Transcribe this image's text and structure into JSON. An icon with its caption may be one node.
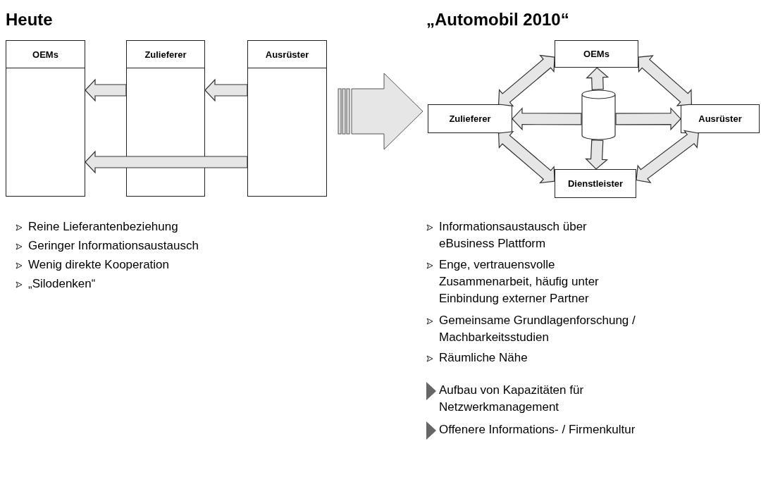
{
  "diagram": {
    "nodes": [
      {
        "text": [
          "OEMs"
        ]
      },
      {
        "text": [
          "Zulieferer"
        ]
      },
      {
        "text": [
          "Ausrüster"
        ]
      },
      {
        "text": [
          "OEMs"
        ]
      },
      {
        "text": [
          "Zulieferer"
        ]
      },
      {
        "text": [
          "Ausrüster"
        ]
      },
      {
        "text": [
          "Dienstleister"
        ]
      },
      {
        "text": [],
        "shape": "cylinder"
      }
    ],
    "edges": [
      {
        "from": 1,
        "to": 0,
        "arrow": "to"
      },
      {
        "from": 2,
        "to": 1,
        "arrow": "to"
      },
      {
        "from": 2,
        "to": 0,
        "arrow": "to"
      },
      {
        "from": 4,
        "to": 3,
        "arrow": "both"
      },
      {
        "from": 3,
        "to": 5,
        "arrow": "both"
      },
      {
        "from": 7,
        "to": 3,
        "arrow": "to"
      },
      {
        "from": 7,
        "to": 4,
        "arrow": "to"
      },
      {
        "from": 7,
        "to": 5,
        "arrow": "to"
      },
      {
        "from": 7,
        "to": 6,
        "arrow": "to"
      },
      {
        "from": 4,
        "to": 6,
        "arrow": "both"
      },
      {
        "from": 5,
        "to": 6,
        "arrow": "both"
      }
    ],
    "labels": [
      "Heute",
      "„Automobil 2010“",
      "Reine Lieferantenbeziehung",
      "Geringer Informationsaustausch",
      "Wenig direkte Kooperation",
      "„Silodenken“",
      "Informationsaustausch über eBusiness Plattform",
      "Enge, vertrauensvolle Zusammenarbeit, häufig unter Einbindung externer Partner",
      "Gemeinsame Grundlagenforschung / Machbarkeitsstudien",
      "Räumliche Nähe",
      "Aufbau von Kapazitäten für Netzwerkmanagement",
      "Offenere Informations- / Firmenkultur"
    ]
  }
}
